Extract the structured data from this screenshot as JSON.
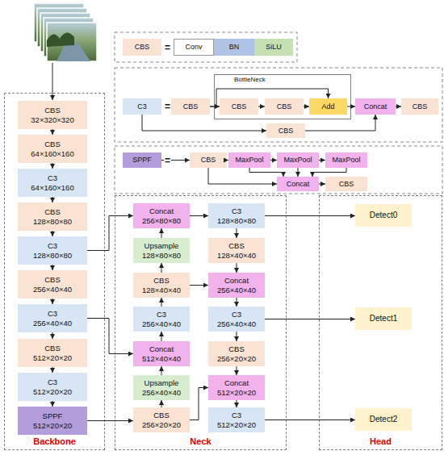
{
  "diagram": {
    "nodes": [
      {
        "text": [
          "Backbone"
        ]
      },
      {
        "text": [
          "CBS",
          "32×320×320"
        ],
        "in": 0
      },
      {
        "text": [
          "CBS",
          "64×160×160"
        ],
        "in": 0
      },
      {
        "text": [
          "C3",
          "64×160×160"
        ],
        "in": 0
      },
      {
        "text": [
          "CBS",
          "128×80×80"
        ],
        "in": 0
      },
      {
        "text": [
          "C3",
          "128×80×80"
        ],
        "in": 0
      },
      {
        "text": [
          "CBS",
          "256×40×40"
        ],
        "in": 0
      },
      {
        "text": [
          "C3",
          "256×40×40"
        ],
        "in": 0
      },
      {
        "text": [
          "CBS",
          "512×20×20"
        ],
        "in": 0
      },
      {
        "text": [
          "C3",
          "512×20×20"
        ],
        "in": 0
      },
      {
        "text": [
          "SPPF",
          "512×20×20"
        ],
        "in": 0
      },
      {
        "text": [
          "CBS"
        ]
      },
      {
        "text": [
          "Conv"
        ]
      },
      {
        "text": [
          "BN"
        ]
      },
      {
        "text": [
          "SiLU"
        ]
      },
      {
        "text": [
          "C3"
        ]
      },
      {
        "text": [
          "CBS"
        ]
      },
      {
        "text": [
          "BottleNeck"
        ]
      },
      {
        "text": [
          "CBS"
        ],
        "in": 17
      },
      {
        "text": [
          "CBS"
        ],
        "in": 17
      },
      {
        "text": [
          "Add"
        ],
        "in": 17
      },
      {
        "text": [
          "Concat"
        ]
      },
      {
        "text": [
          "CBS"
        ]
      },
      {
        "text": [
          "CBS"
        ]
      },
      {
        "text": [
          "SPPF"
        ]
      },
      {
        "text": [
          "CBS"
        ]
      },
      {
        "text": [
          "MaxPool"
        ]
      },
      {
        "text": [
          "MaxPool"
        ]
      },
      {
        "text": [
          "MaxPool"
        ]
      },
      {
        "text": [
          "Concat"
        ]
      },
      {
        "text": [
          "CBS"
        ]
      },
      {
        "text": [
          "Neck"
        ]
      },
      {
        "text": [
          "Concat",
          "256×80×80"
        ],
        "in": 31
      },
      {
        "text": [
          "C3",
          "128×80×80"
        ],
        "in": 31
      },
      {
        "text": [
          "Upsample",
          "128×80×80"
        ],
        "in": 31
      },
      {
        "text": [
          "CBS",
          "128×40×40"
        ],
        "in": 31
      },
      {
        "text": [
          "CBS",
          "128×40×40"
        ],
        "in": 31
      },
      {
        "text": [
          "Concat",
          "256×40×40"
        ],
        "in": 31
      },
      {
        "text": [
          "C3",
          "256×40×40"
        ],
        "in": 31
      },
      {
        "text": [
          "C3",
          "256×40×40"
        ],
        "in": 31
      },
      {
        "text": [
          "Concat",
          "512×40×40"
        ],
        "in": 31
      },
      {
        "text": [
          "CBS",
          "256×20×20"
        ],
        "in": 31
      },
      {
        "text": [
          "Upsample",
          "256×40×40"
        ],
        "in": 31
      },
      {
        "text": [
          "Concat",
          "512×20×20"
        ],
        "in": 31
      },
      {
        "text": [
          "CBS",
          "256×20×20"
        ],
        "in": 31
      },
      {
        "text": [
          "C3",
          "512×20×20"
        ],
        "in": 31
      },
      {
        "text": [
          "Head"
        ]
      },
      {
        "text": [
          "Detect0"
        ],
        "in": 46
      },
      {
        "text": [
          "Detect1"
        ],
        "in": 46
      },
      {
        "text": [
          "Detect2"
        ],
        "in": 46
      }
    ],
    "edges": [
      {
        "from": 1,
        "to": 2,
        "arrow": "to"
      },
      {
        "from": 2,
        "to": 3,
        "arrow": "to"
      },
      {
        "from": 3,
        "to": 4,
        "arrow": "to"
      },
      {
        "from": 4,
        "to": 5,
        "arrow": "to"
      },
      {
        "from": 5,
        "to": 6,
        "arrow": "to"
      },
      {
        "from": 6,
        "to": 7,
        "arrow": "to"
      },
      {
        "from": 7,
        "to": 8,
        "arrow": "to"
      },
      {
        "from": 8,
        "to": 9,
        "arrow": "to"
      },
      {
        "from": 9,
        "to": 10,
        "arrow": "to"
      },
      {
        "from": 5,
        "to": 32,
        "arrow": "to"
      },
      {
        "from": 7,
        "to": 40,
        "arrow": "to"
      },
      {
        "from": 10,
        "to": 44,
        "arrow": "to"
      },
      {
        "from": 44,
        "to": 42,
        "arrow": "to"
      },
      {
        "from": 42,
        "to": 40,
        "arrow": "to"
      },
      {
        "from": 40,
        "to": 38,
        "arrow": "to"
      },
      {
        "from": 38,
        "to": 36,
        "arrow": "to"
      },
      {
        "from": 36,
        "to": 34,
        "arrow": "to"
      },
      {
        "from": 34,
        "to": 32,
        "arrow": "to"
      },
      {
        "from": 32,
        "to": 33,
        "arrow": "to"
      },
      {
        "from": 33,
        "to": 35,
        "arrow": "to"
      },
      {
        "from": 35,
        "to": 37,
        "arrow": "to"
      },
      {
        "from": 37,
        "to": 39,
        "arrow": "to"
      },
      {
        "from": 39,
        "to": 41,
        "arrow": "to"
      },
      {
        "from": 41,
        "to": 43,
        "arrow": "to"
      },
      {
        "from": 43,
        "to": 45,
        "arrow": "to"
      },
      {
        "from": 36,
        "to": 37,
        "arrow": "to"
      },
      {
        "from": 44,
        "to": 43,
        "arrow": "to"
      },
      {
        "from": 33,
        "to": 47,
        "arrow": "to"
      },
      {
        "from": 39,
        "to": 48,
        "arrow": "to"
      },
      {
        "from": 45,
        "to": 49,
        "arrow": "to"
      },
      {
        "from": 16,
        "to": 18,
        "arrow": "to"
      },
      {
        "from": 18,
        "to": 19,
        "arrow": "to"
      },
      {
        "from": 19,
        "to": 20,
        "arrow": "to"
      },
      {
        "from": 16,
        "to": 20,
        "arrow": "to"
      },
      {
        "from": 20,
        "to": 21,
        "arrow": "to"
      },
      {
        "from": 15,
        "to": 23,
        "arrow": "to"
      },
      {
        "from": 23,
        "to": 21,
        "arrow": "to"
      },
      {
        "from": 21,
        "to": 22,
        "arrow": "to"
      },
      {
        "from": 24,
        "to": 25,
        "arrow": "to"
      },
      {
        "from": 25,
        "to": 26,
        "arrow": "to"
      },
      {
        "from": 26,
        "to": 27,
        "arrow": "to"
      },
      {
        "from": 27,
        "to": 28,
        "arrow": "to"
      },
      {
        "from": 25,
        "to": 29,
        "arrow": "to"
      },
      {
        "from": 26,
        "to": 29,
        "arrow": "to"
      },
      {
        "from": 27,
        "to": 29,
        "arrow": "to"
      },
      {
        "from": 28,
        "to": 29,
        "arrow": "to"
      },
      {
        "from": 29,
        "to": 30,
        "arrow": "to"
      }
    ],
    "labels": [
      "=",
      "=",
      "="
    ]
  }
}
